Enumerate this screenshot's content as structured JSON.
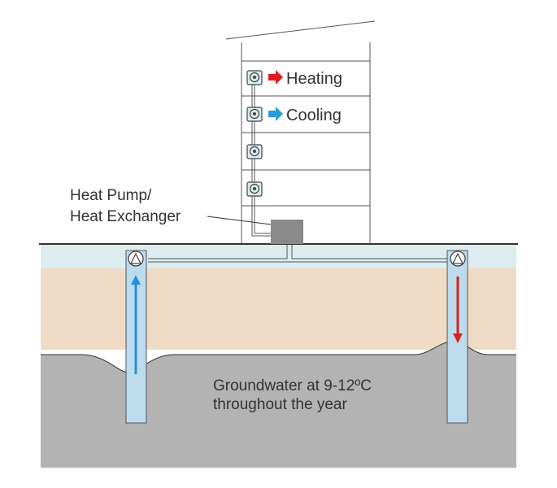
{
  "labels": {
    "heating": "Heating",
    "cooling": "Cooling",
    "heat_pump_line1": "Heat Pump/",
    "heat_pump_line2": "Heat Exchanger",
    "groundwater_line1": "Groundwater at 9-12ºC",
    "groundwater_line2": "throughout the year"
  },
  "colors": {
    "surface_layer": "#dcecef",
    "soil_layer": "#f0dcc6",
    "groundwater_layer": "#b3b3b4",
    "well_fill": "#bcdcee",
    "building_line": "#555555",
    "heat_pump_box": "#8a8a8a",
    "heating_arrow": "#e5191d",
    "cooling_arrow": "#2a9cd8",
    "flow_up_arrow": "#2a8fd4",
    "flow_down_arrow": "#d9211f",
    "text": "#333333"
  },
  "icons": {
    "fan_coil_unit": "fan-coil-icon",
    "well_pump": "pump-icon"
  }
}
